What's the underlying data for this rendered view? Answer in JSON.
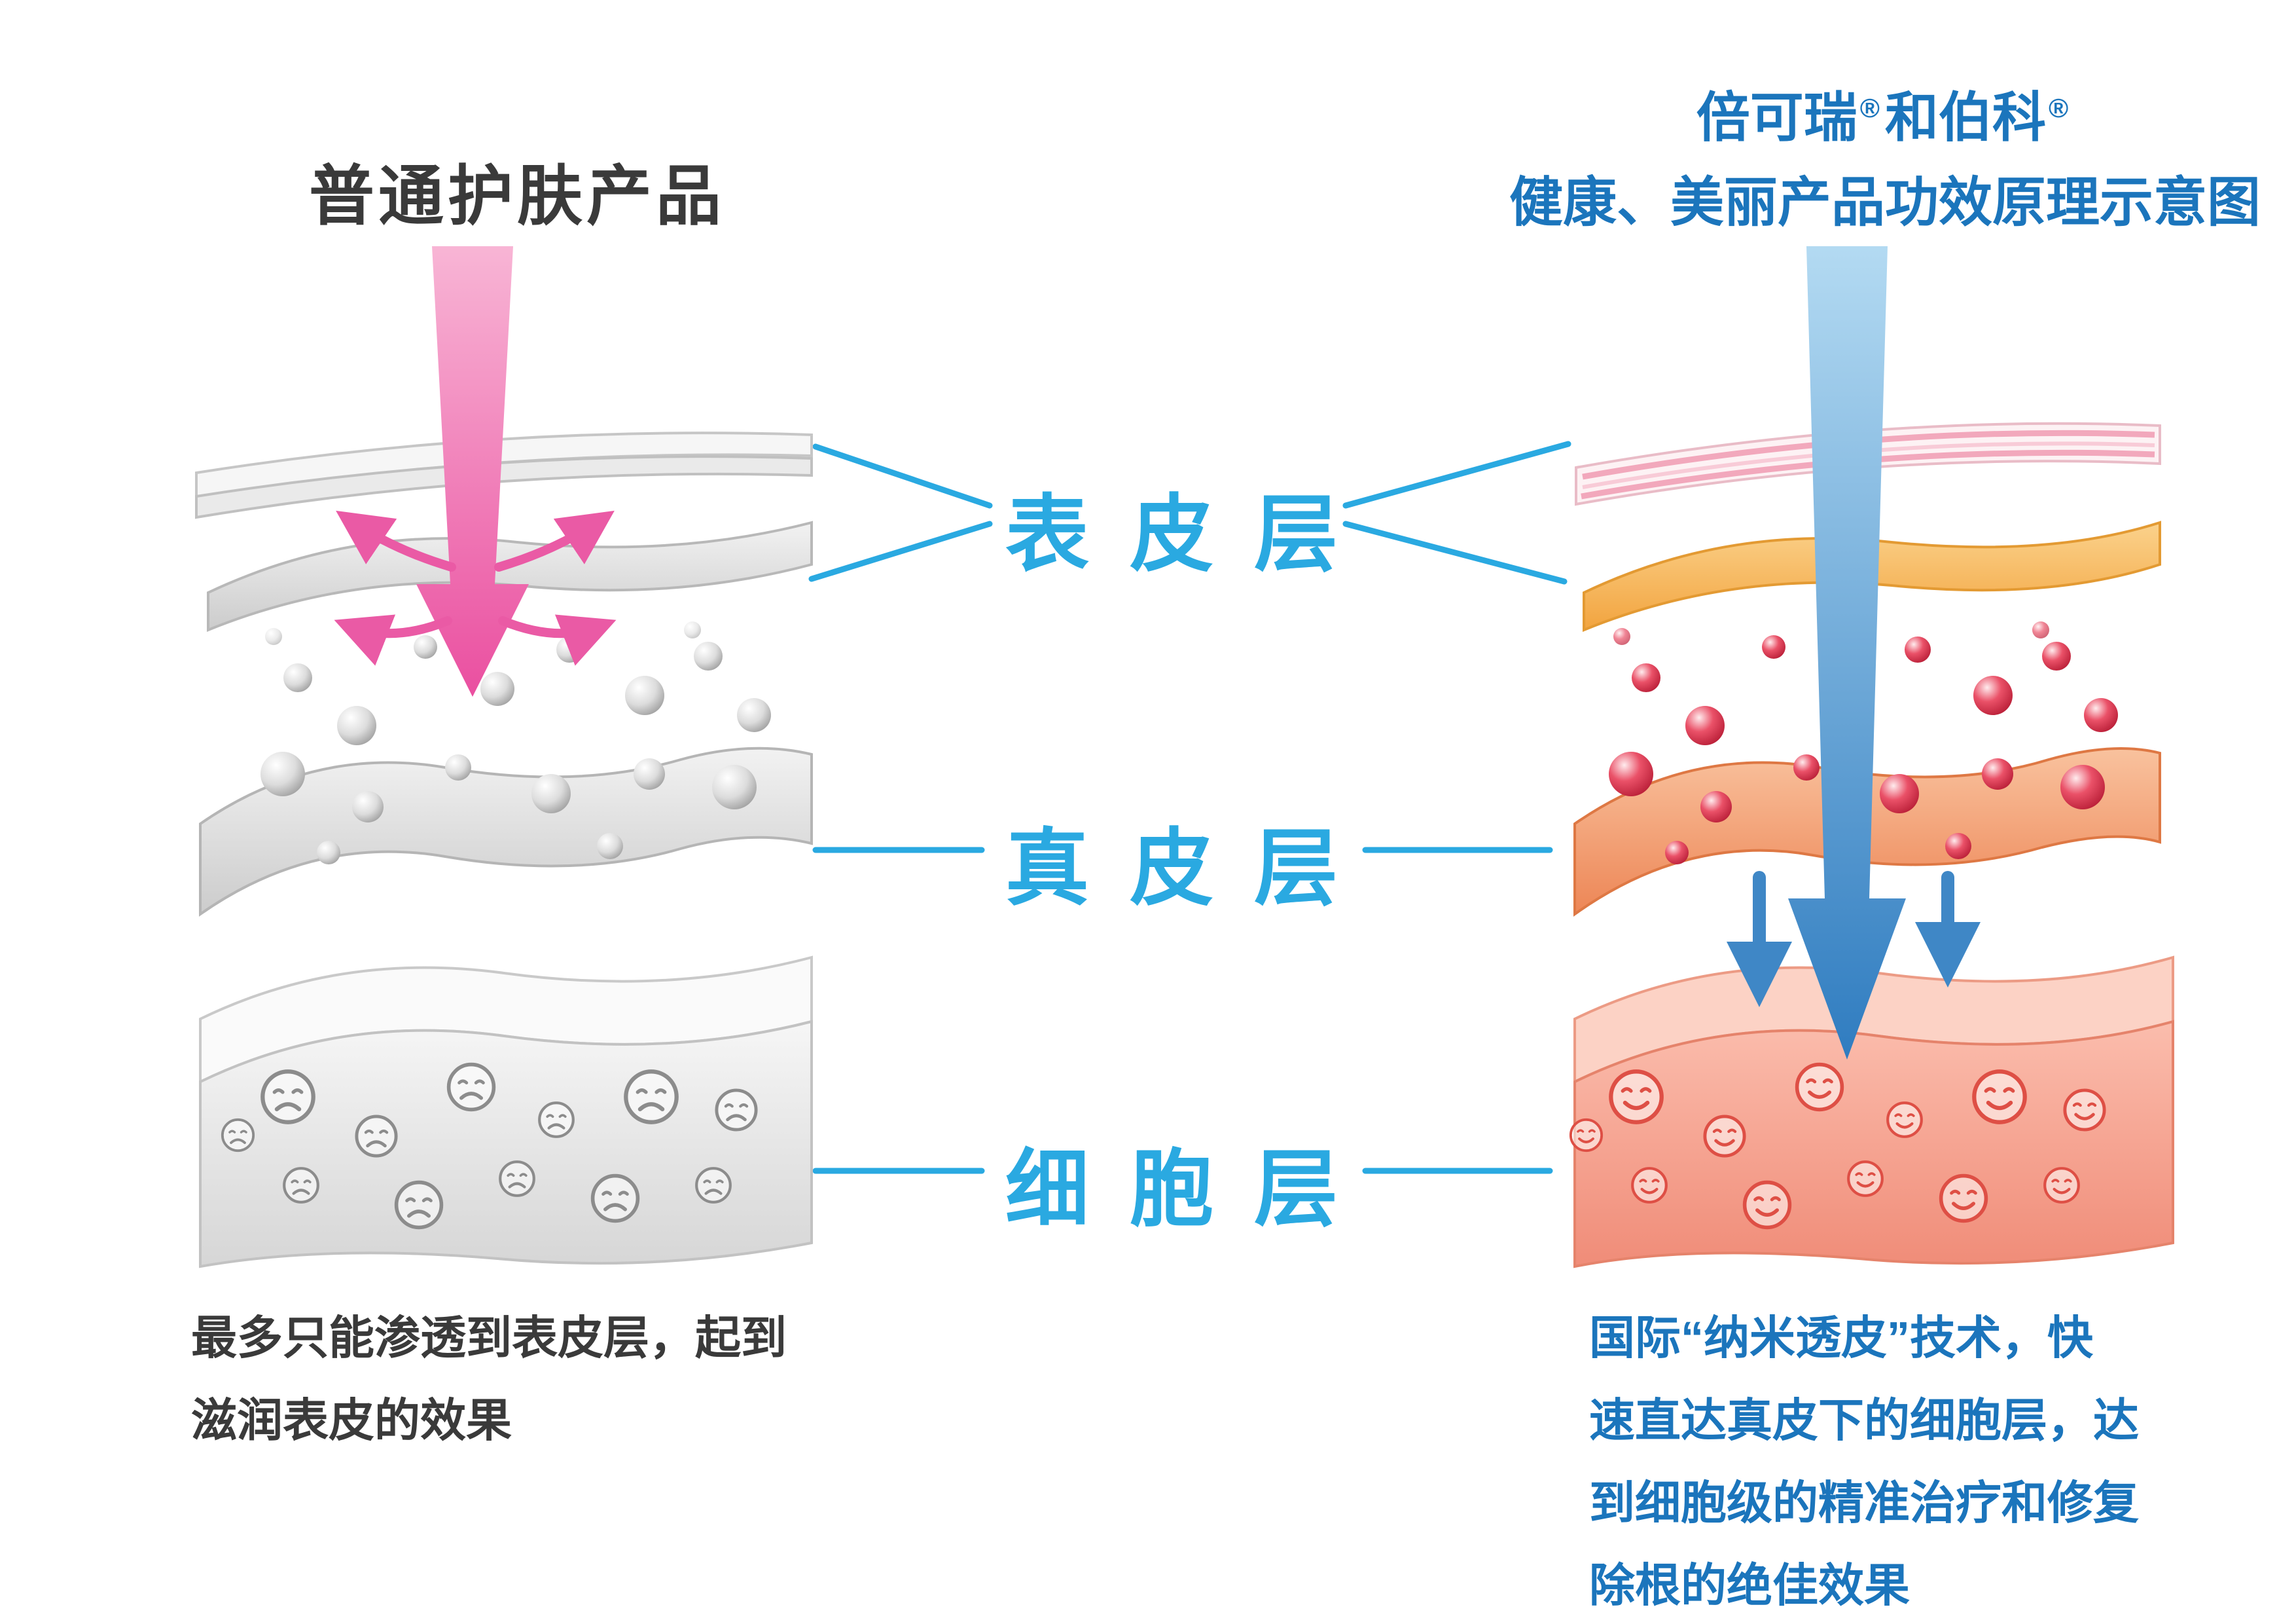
{
  "colors": {
    "label-blue": "#2AA9E1",
    "title-blue": "#1B75BC",
    "caption-dark": "#3A3A3A",
    "pink-arrow": "#EA4FA0",
    "blue-arrow": "#2F7CC0"
  },
  "left_panel": {
    "title": "普通护肤产品",
    "caption_lines": [
      "最多只能渗透到表皮层，起到",
      "滋润表皮的效果"
    ]
  },
  "right_panel": {
    "brand1": "倍可瑞",
    "brand2": "和伯科",
    "reg_mark": "®",
    "title_line2": "健康、美丽产品功效原理示意图",
    "caption_lines": [
      "国际“纳米透皮”技术，快",
      "速直达真皮下的细胞层，达",
      "到细胞级的精准治疗和修复",
      "除根的绝佳效果"
    ]
  },
  "layer_labels": {
    "epidermis": "表皮层",
    "dermis": "真皮层",
    "cell": "细胞层"
  }
}
